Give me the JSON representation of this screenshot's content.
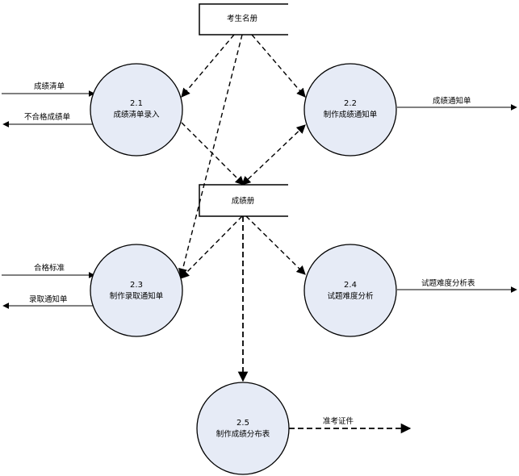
{
  "processes": [
    {
      "id": "2.1",
      "label": "成绩清单录入"
    },
    {
      "id": "2.2",
      "label": "制作成绩通知单"
    },
    {
      "id": "2.3",
      "label": "制作录取通知单"
    },
    {
      "id": "2.4",
      "label": "试题难度分析"
    },
    {
      "id": "2.5",
      "label": "制作成绩分布表"
    }
  ],
  "stores": [
    {
      "label": "考生名册"
    },
    {
      "label": "成绩册"
    }
  ],
  "flows": {
    "score_list_in": "成绩清单",
    "fail_score_out": "不合格成绩单",
    "score_notice_out": "成绩通知单",
    "pass_standard_in": "合格标准",
    "admission_notice_out": "录取通知单",
    "difficulty_table_out": "试题难度分析表",
    "admission_ticket": "准考证件"
  }
}
